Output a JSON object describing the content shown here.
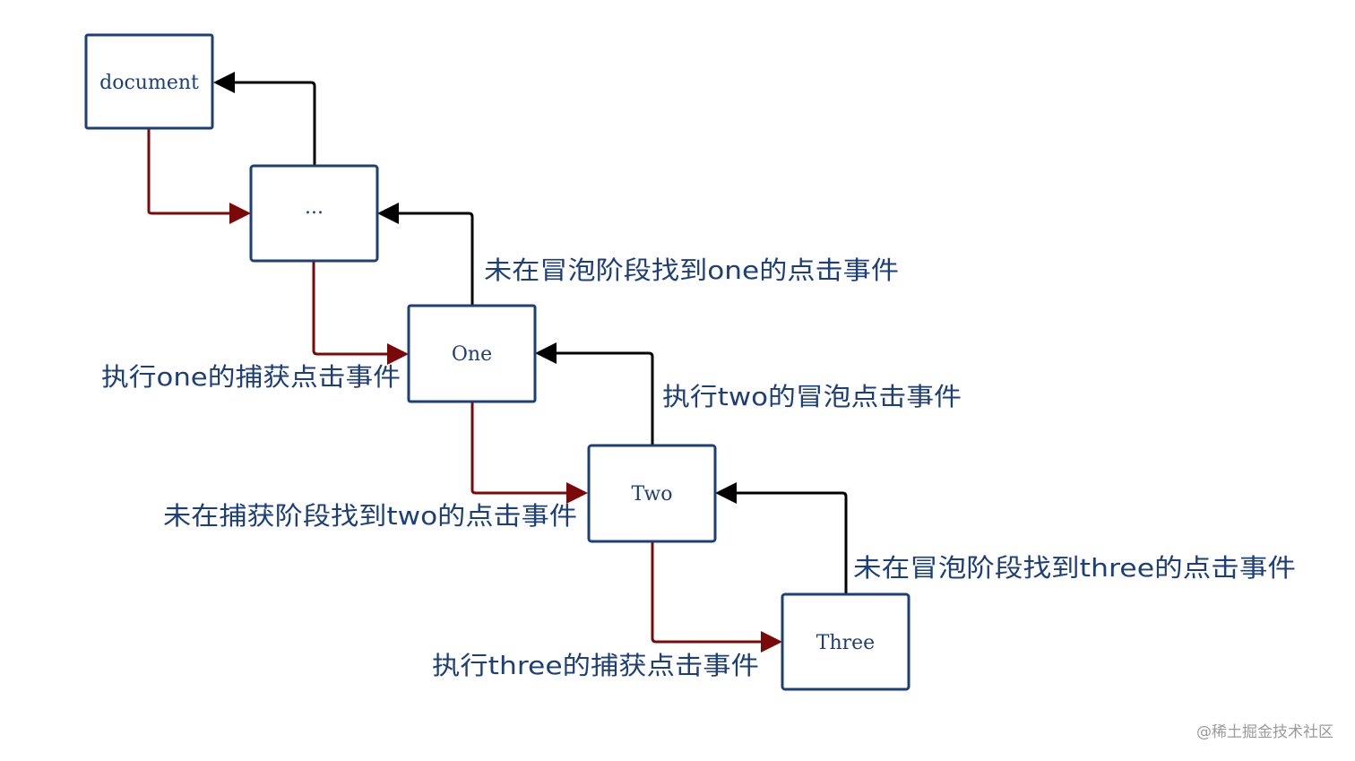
{
  "nodes": {
    "document": "document",
    "ellipsis": "...",
    "one": "One",
    "two": "Two",
    "three": "Three"
  },
  "labels": {
    "bubble_not_found_one": "未在冒泡阶段找到one的点击事件",
    "capture_exec_one": "执行one的捕获点击事件",
    "bubble_exec_two": "执行two的冒泡点击事件",
    "capture_not_found_two": "未在捕获阶段找到two的点击事件",
    "bubble_not_found_three": "未在冒泡阶段找到three的点击事件",
    "capture_exec_three": "执行three的捕获点击事件"
  },
  "watermark": "@稀土掘金技术社区",
  "colors": {
    "box_stroke": "#1c3f7a",
    "text": "#1c3f7a",
    "capture_arrow": "#7a0a0a",
    "bubble_arrow": "#000000"
  }
}
